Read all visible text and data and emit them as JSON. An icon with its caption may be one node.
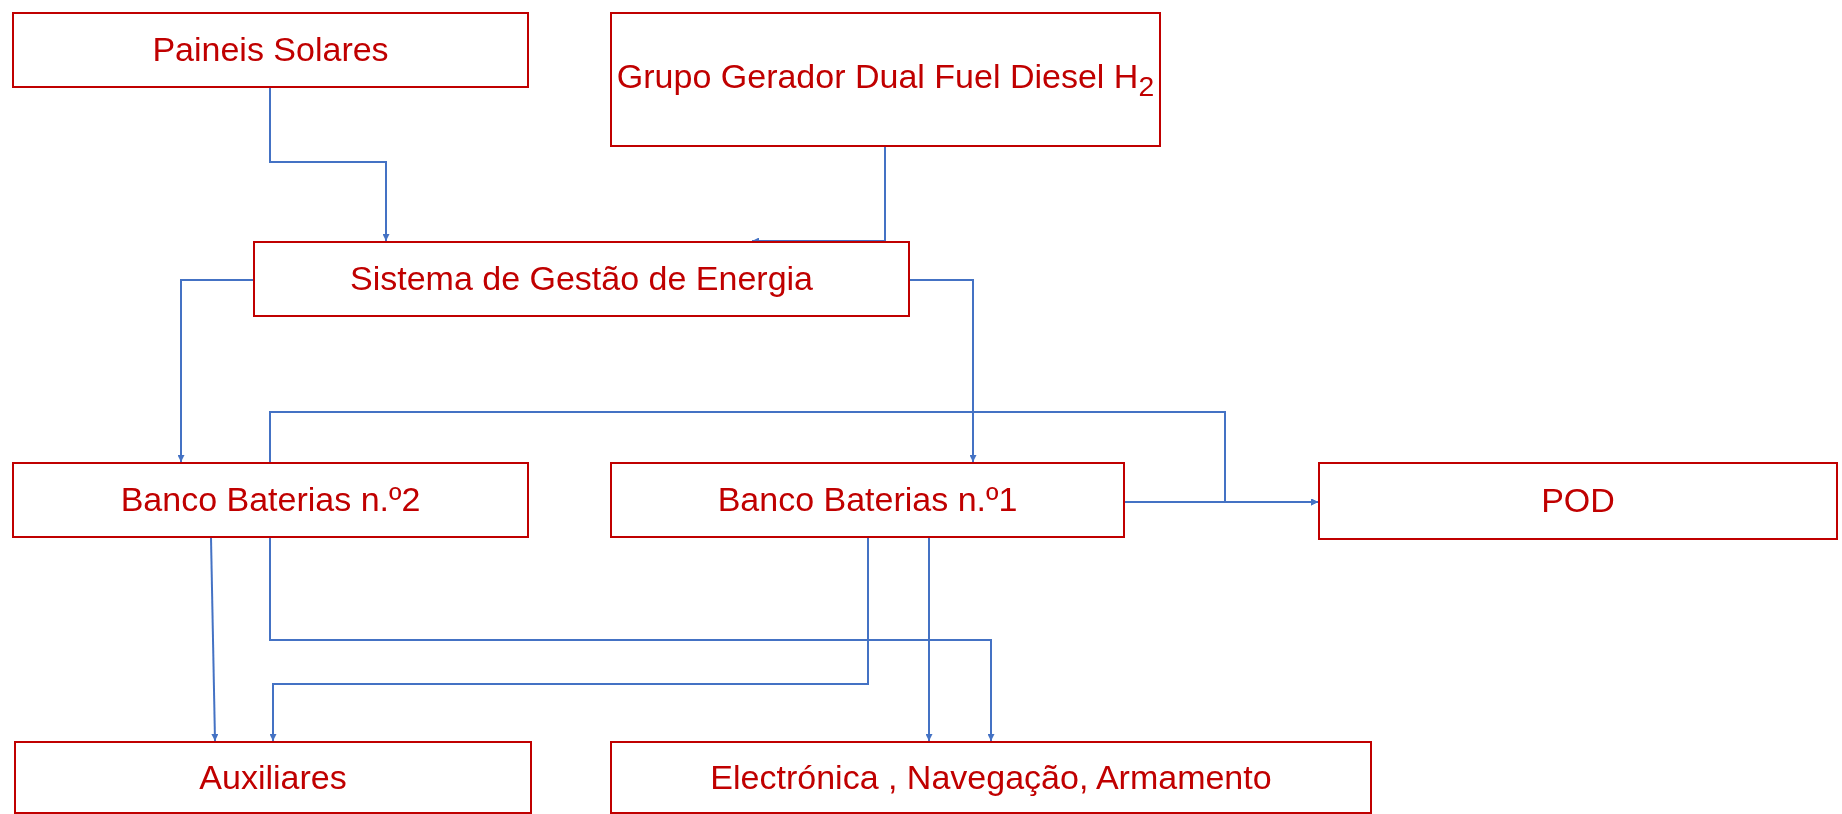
{
  "diagram": {
    "nodes": [
      {
        "text": [
          "Paineis Solares"
        ]
      },
      {
        "text": [
          "Grupo Gerador Dual Fuel Diesel H$_{2}$"
        ]
      },
      {
        "text": [
          "Sistema de Gestão de Energia"
        ]
      },
      {
        "text": [
          "Banco Baterias n.º2"
        ]
      },
      {
        "text": [
          "Banco Baterias n.º1"
        ]
      },
      {
        "text": [
          "POD"
        ]
      },
      {
        "text": [
          "Auxiliares"
        ]
      },
      {
        "text": [
          "Electrónica , Navegação, Armamento"
        ]
      }
    ],
    "edges": [
      {
        "from": 0,
        "to": 2,
        "arrow": "to"
      },
      {
        "from": 1,
        "to": 2,
        "arrow": "to"
      },
      {
        "from": 2,
        "to": 3,
        "arrow": "to"
      },
      {
        "from": 2,
        "to": 4,
        "arrow": "to"
      },
      {
        "from": 3,
        "to": 5,
        "arrow": "to"
      },
      {
        "from": 4,
        "to": 5,
        "arrow": "to"
      },
      {
        "from": 3,
        "to": 6,
        "arrow": "to"
      },
      {
        "from": 3,
        "to": 7,
        "arrow": "to"
      },
      {
        "from": 4,
        "to": 6,
        "arrow": "to"
      },
      {
        "from": 4,
        "to": 7,
        "arrow": "to"
      }
    ]
  }
}
